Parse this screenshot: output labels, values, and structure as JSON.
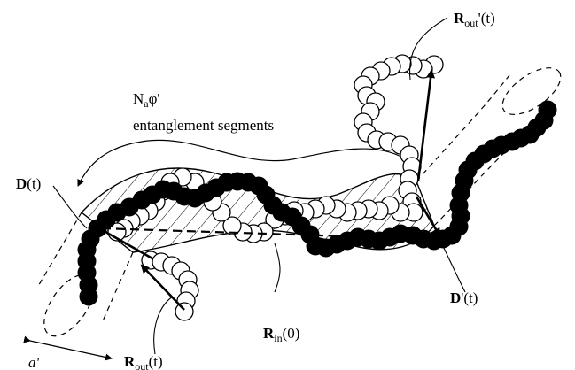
{
  "labels": {
    "na_phi_main": "N",
    "na_phi_sub": "a",
    "na_phi_rest": "φ'",
    "segments_text": "entanglement segments",
    "d_bold": "D",
    "d_rest": "(t)",
    "dprime_bold": "D",
    "dprime_rest": "'(t)",
    "rin_bold": "R",
    "rin_sub": "in",
    "rin_rest": "(0)",
    "rout_bold": "R",
    "rout_sub": "out",
    "rout_rest": "(t)",
    "routp_bold": "R",
    "routp_sub": "out",
    "routp_rest": "'(t)",
    "a_prime": "a'"
  }
}
